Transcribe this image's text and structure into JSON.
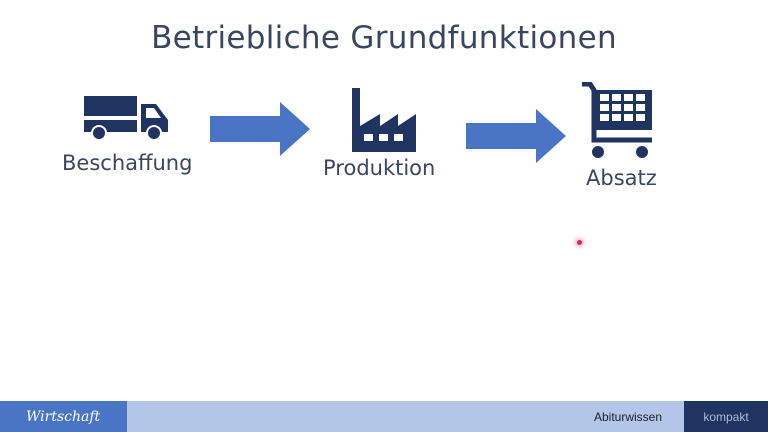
{
  "slide": {
    "title": "Betriebliche Grundfunktionen"
  },
  "steps": [
    {
      "label": "Beschaffung",
      "icon": "truck-icon"
    },
    {
      "label": "Produktion",
      "icon": "factory-icon"
    },
    {
      "label": "Absatz",
      "icon": "shopping-cart-icon"
    }
  ],
  "colors": {
    "icon": "#1f3461",
    "arrow": "#4a74c4",
    "text": "#3a4560",
    "footer_left": "#4a74c4",
    "footer_mid": "#b4c6e8",
    "footer_right": "#1f3461"
  },
  "footer": {
    "subject": "Wirtschaft",
    "series": "Abiturwissen",
    "brand": "kompakt"
  }
}
